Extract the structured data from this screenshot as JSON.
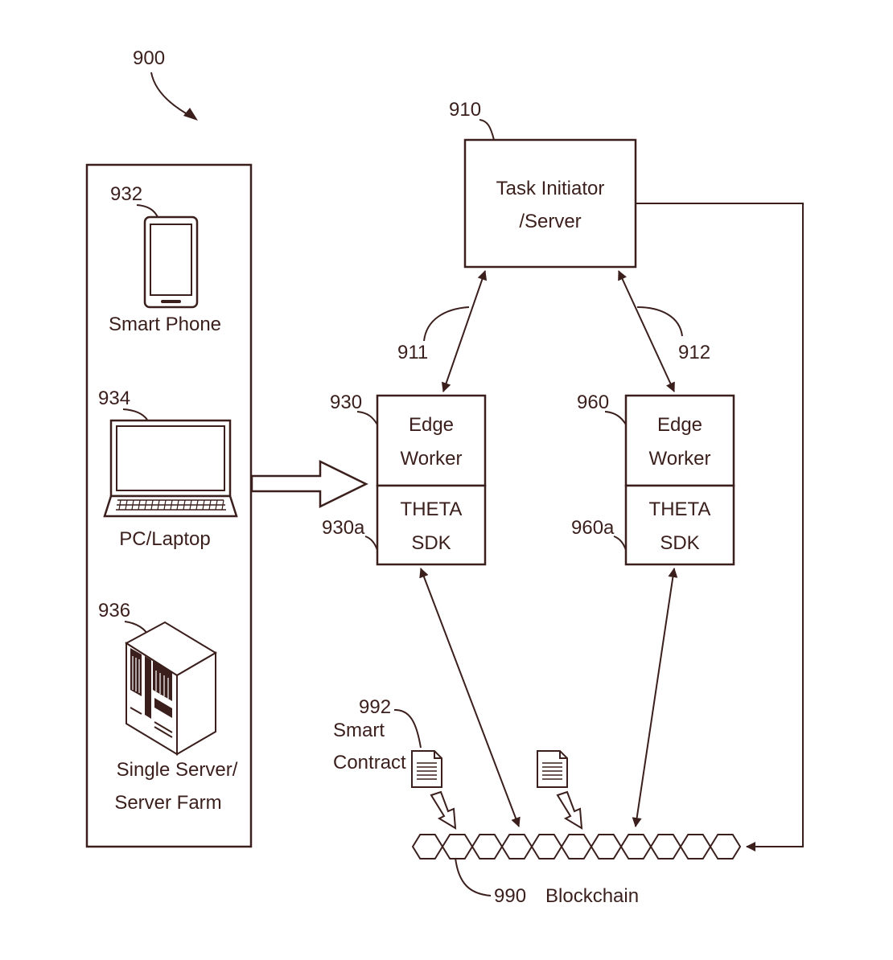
{
  "figure": {
    "ref": "900"
  },
  "devices": {
    "phone": {
      "ref": "932",
      "label": "Smart Phone",
      "icon": "smartphone-icon"
    },
    "laptop": {
      "ref": "934",
      "label": "PC/Laptop",
      "icon": "laptop-icon"
    },
    "server": {
      "ref": "936",
      "label_line1": "Single Server/",
      "label_line2": "Server Farm",
      "icon": "server-icon"
    }
  },
  "task_initiator": {
    "ref": "910",
    "line1": "Task Initiator",
    "line2": "/Server"
  },
  "links": {
    "left": "911",
    "right": "912"
  },
  "edge_left": {
    "ref": "930",
    "sdk_ref": "930a",
    "top_line1": "Edge",
    "top_line2": "Worker",
    "bottom_line1": "THETA",
    "bottom_line2": "SDK"
  },
  "edge_right": {
    "ref": "960",
    "sdk_ref": "960a",
    "top_line1": "Edge",
    "top_line2": "Worker",
    "bottom_line1": "THETA",
    "bottom_line2": "SDK"
  },
  "smart_contract": {
    "ref": "992",
    "line1": "Smart",
    "line2": "Contract",
    "icon": "document-icon"
  },
  "blockchain": {
    "ref": "990",
    "label": "Blockchain",
    "blocks": 11
  }
}
